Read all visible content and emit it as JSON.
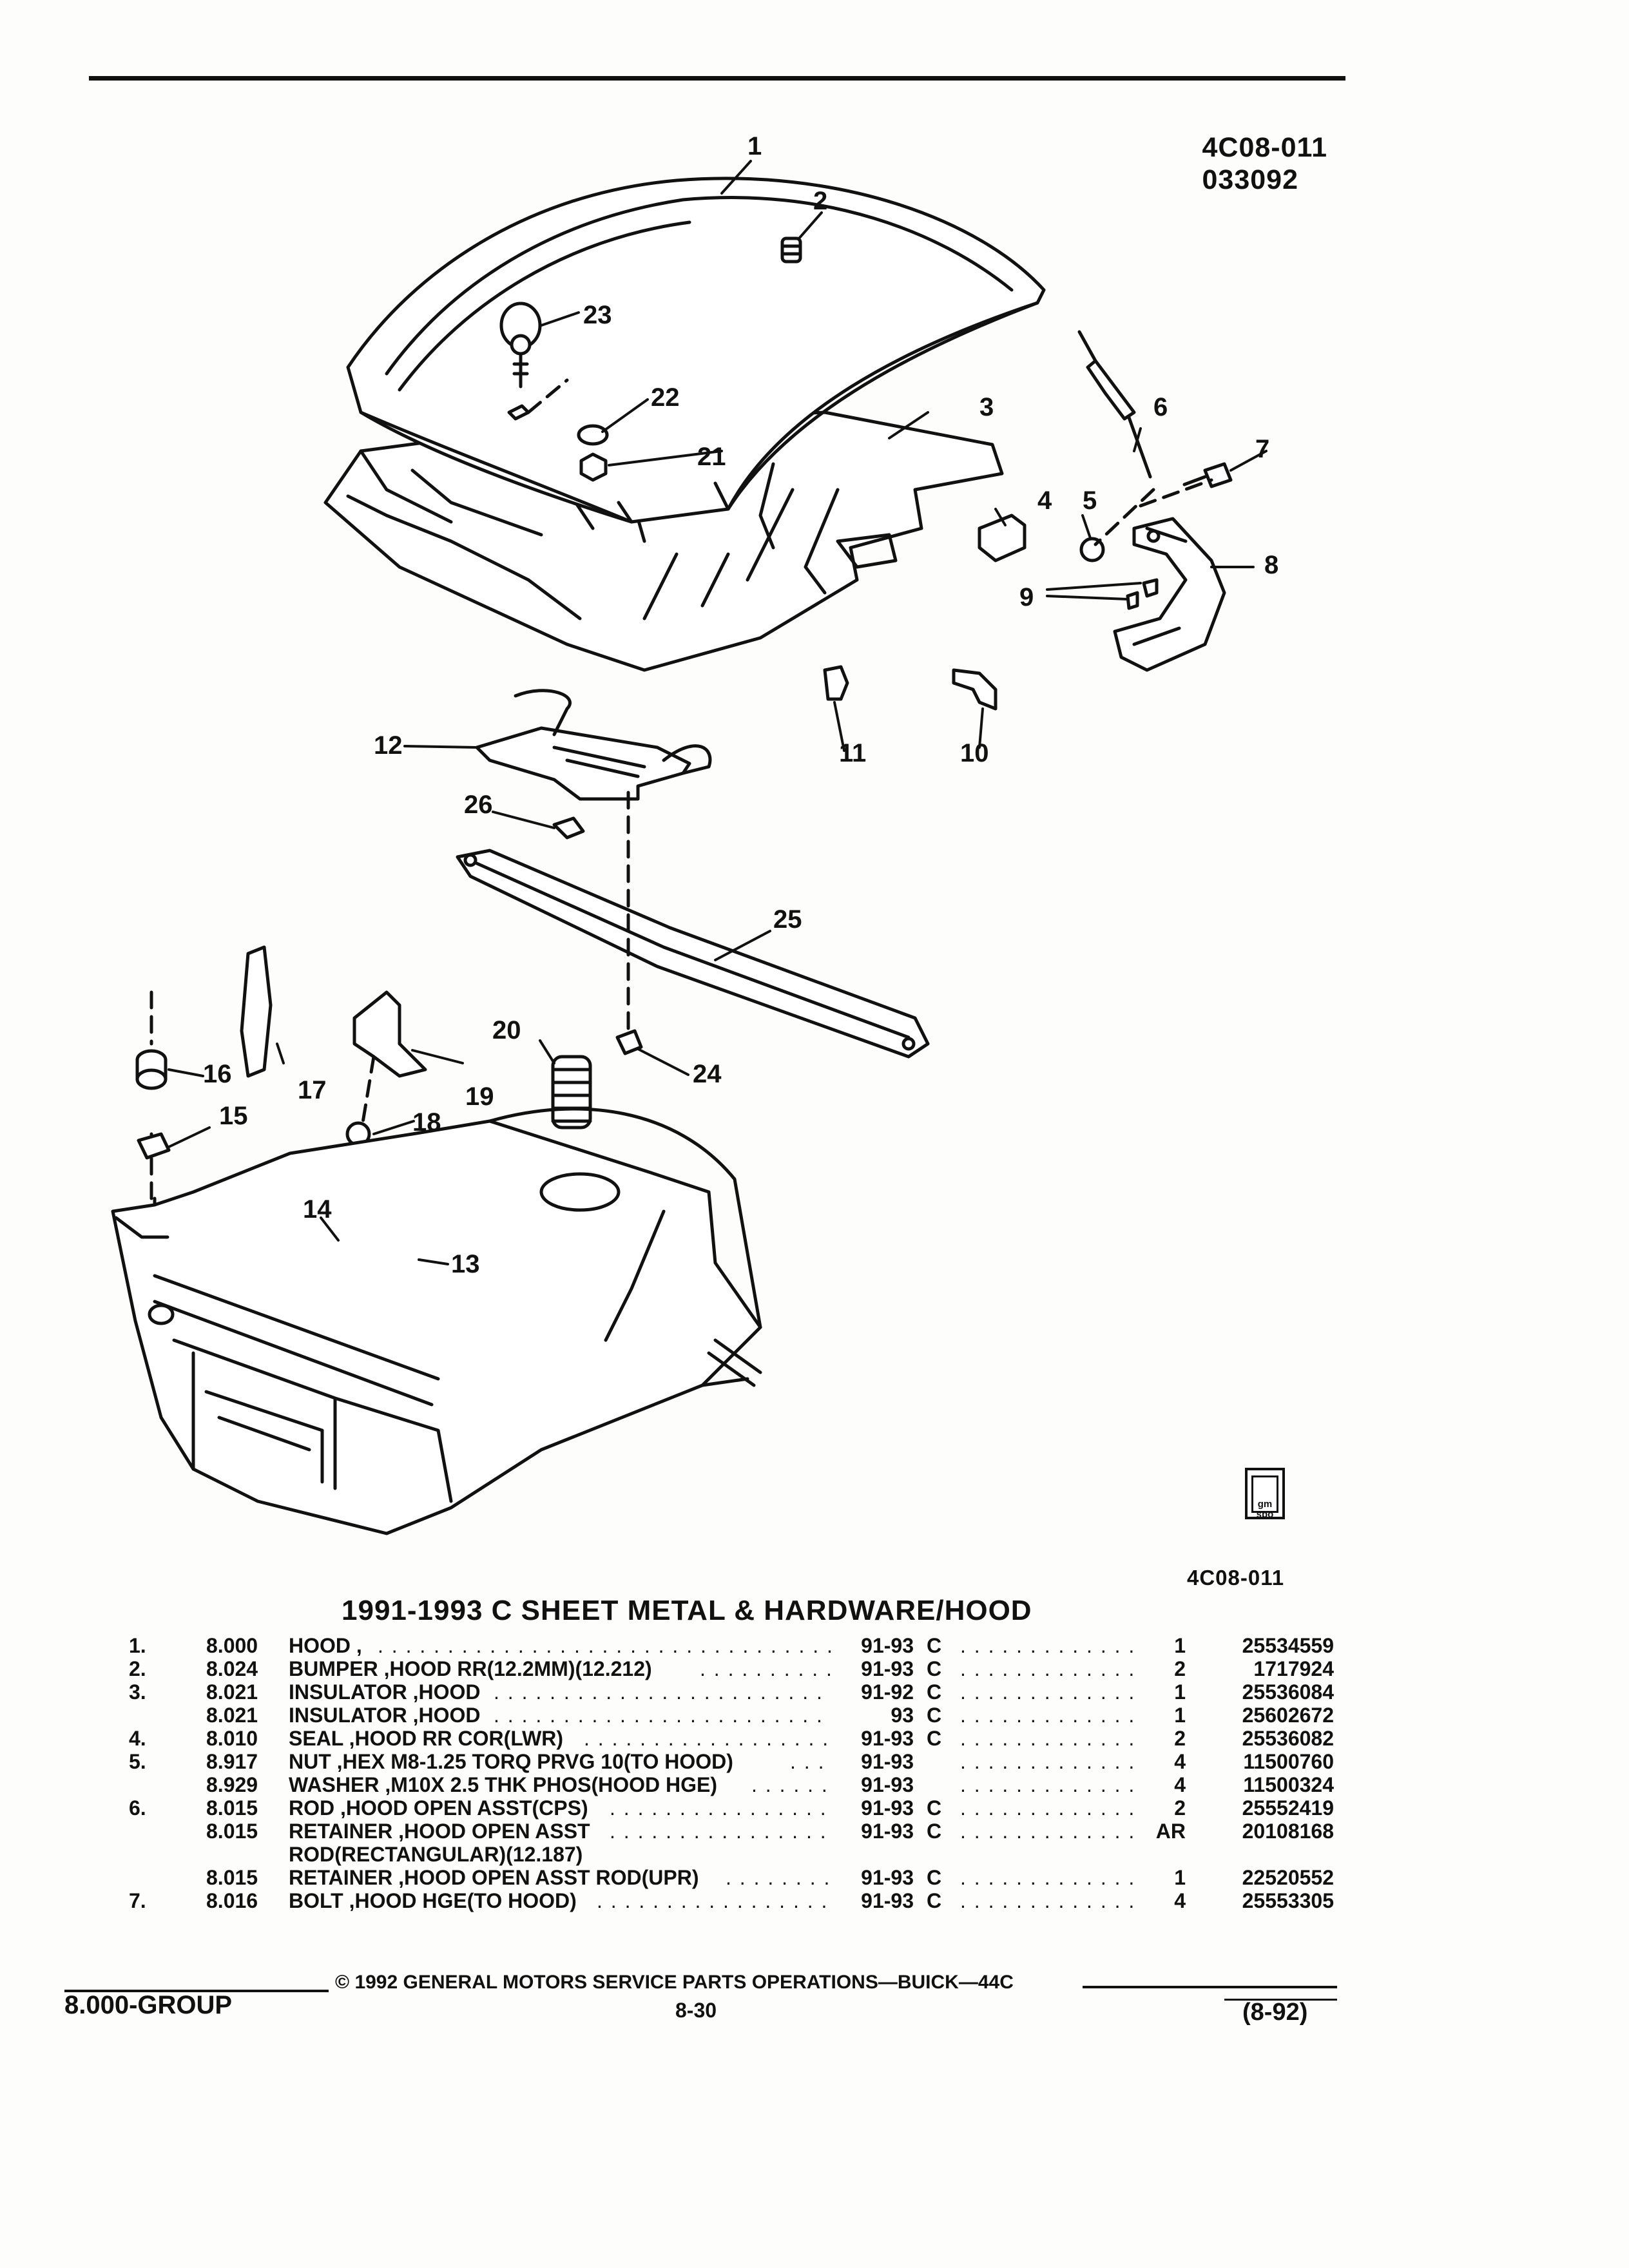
{
  "header": {
    "figure_code": "4C08-011",
    "figure_date": "033092"
  },
  "diagram": {
    "callouts": [
      "1",
      "2",
      "3",
      "4",
      "5",
      "6",
      "7",
      "8",
      "9",
      "10",
      "11",
      "12",
      "13",
      "14",
      "15",
      "16",
      "17",
      "18",
      "19",
      "20",
      "21",
      "22",
      "23",
      "24",
      "25",
      "26"
    ]
  },
  "logo": {
    "text": "gm spo"
  },
  "section": {
    "figure_code": "4C08-011",
    "title": "1991-1993 C SHEET METAL & HARDWARE/HOOD"
  },
  "parts": [
    {
      "index": "1.",
      "group": "8.000",
      "desc": "HOOD ,",
      "years": "91-93",
      "style": "C",
      "qty": "1",
      "part_no": "25534559"
    },
    {
      "index": "2.",
      "group": "8.024",
      "desc": "BUMPER ,HOOD RR(12.2MM)(12.212)",
      "years": "91-93",
      "style": "C",
      "qty": "2",
      "part_no": "1717924"
    },
    {
      "index": "3.",
      "group": "8.021",
      "desc": "INSULATOR ,HOOD",
      "years": "91-92",
      "style": "C",
      "qty": "1",
      "part_no": "25536084"
    },
    {
      "index": "",
      "group": "8.021",
      "desc": "INSULATOR ,HOOD",
      "years": "93",
      "style": "C",
      "qty": "1",
      "part_no": "25602672"
    },
    {
      "index": "4.",
      "group": "8.010",
      "desc": "SEAL ,HOOD RR COR(LWR)",
      "years": "91-93",
      "style": "C",
      "qty": "2",
      "part_no": "25536082"
    },
    {
      "index": "5.",
      "group": "8.917",
      "desc": "NUT ,HEX M8-1.25 TORQ PRVG 10(TO HOOD)",
      "years": "91-93",
      "style": "",
      "qty": "4",
      "part_no": "11500760"
    },
    {
      "index": "",
      "group": "8.929",
      "desc": "WASHER ,M10X 2.5 THK PHOS(HOOD HGE)",
      "years": "91-93",
      "style": "",
      "qty": "4",
      "part_no": "11500324"
    },
    {
      "index": "6.",
      "group": "8.015",
      "desc": "ROD ,HOOD OPEN ASST(CPS)",
      "years": "91-93",
      "style": "C",
      "qty": "2",
      "part_no": "25552419"
    },
    {
      "index": "",
      "group": "8.015",
      "desc": "RETAINER ,HOOD OPEN ASST",
      "years": "91-93",
      "style": "C",
      "qty": "AR",
      "part_no": "20108168"
    },
    {
      "index": "",
      "group": "",
      "desc": "ROD(RECTANGULAR)(12.187)",
      "years": "",
      "style": "",
      "qty": "",
      "part_no": ""
    },
    {
      "index": "",
      "group": "8.015",
      "desc": "RETAINER ,HOOD OPEN ASST ROD(UPR)",
      "years": "91-93",
      "style": "C",
      "qty": "1",
      "part_no": "22520552"
    },
    {
      "index": "7.",
      "group": "8.016",
      "desc": "BOLT ,HOOD HGE(TO HOOD)",
      "years": "91-93",
      "style": "C",
      "qty": "4",
      "part_no": "25553305"
    }
  ],
  "footer": {
    "copyright": "© 1992 GENERAL MOTORS SERVICE PARTS OPERATIONS—BUICK—44C",
    "page": "8-30",
    "group": "8.000-GROUP",
    "revision": "(8-92)"
  }
}
